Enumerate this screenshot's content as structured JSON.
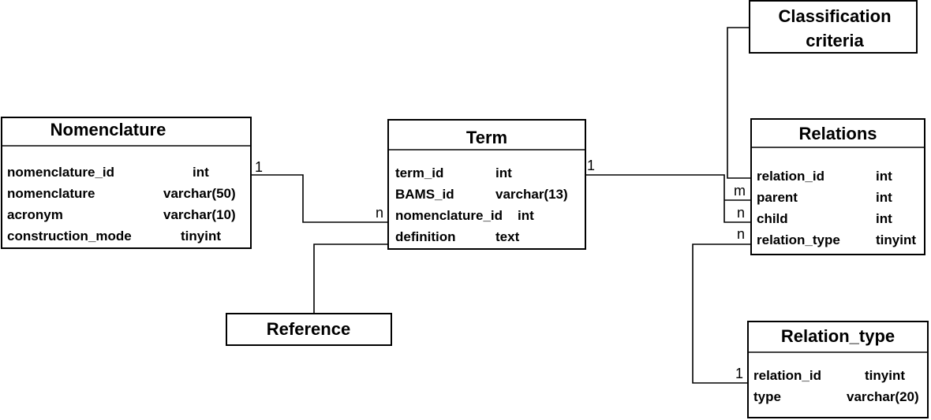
{
  "entities": {
    "classification": {
      "title_line1": "Classification",
      "title_line2": "criteria"
    },
    "nomenclature": {
      "title": "Nomenclature",
      "fields": [
        {
          "name": "nomenclature_id",
          "type": "int"
        },
        {
          "name": "nomenclature",
          "type": "varchar(50)"
        },
        {
          "name": "acronym",
          "type": "varchar(10)"
        },
        {
          "name": "construction_mode",
          "type": "tinyint"
        }
      ]
    },
    "term": {
      "title": "Term",
      "fields": [
        {
          "name": "term_id",
          "type": "int"
        },
        {
          "name": "BAMS_id",
          "type": "varchar(13)"
        },
        {
          "name": "nomenclature_id",
          "type": "int"
        },
        {
          "name": "definition",
          "type": "text"
        }
      ]
    },
    "relations": {
      "title": "Relations",
      "fields": [
        {
          "name": "relation_id",
          "type": "int"
        },
        {
          "name": "parent",
          "type": "int"
        },
        {
          "name": "child",
          "type": "int"
        },
        {
          "name": "relation_type",
          "type": "tinyint"
        }
      ]
    },
    "reference": {
      "title": "Reference"
    },
    "relation_type": {
      "title": "Relation_type",
      "fields": [
        {
          "name": "relation_id",
          "type": "tinyint"
        },
        {
          "name": "type",
          "type": "varchar(20)"
        }
      ]
    }
  },
  "cardinalities": {
    "nomenclature_term_1": "1",
    "nomenclature_term_n": "n",
    "term_relations_1": "1",
    "relations_parent_m": "m",
    "relations_child_n": "n",
    "relations_type_n": "n",
    "relation_type_1": "1"
  }
}
